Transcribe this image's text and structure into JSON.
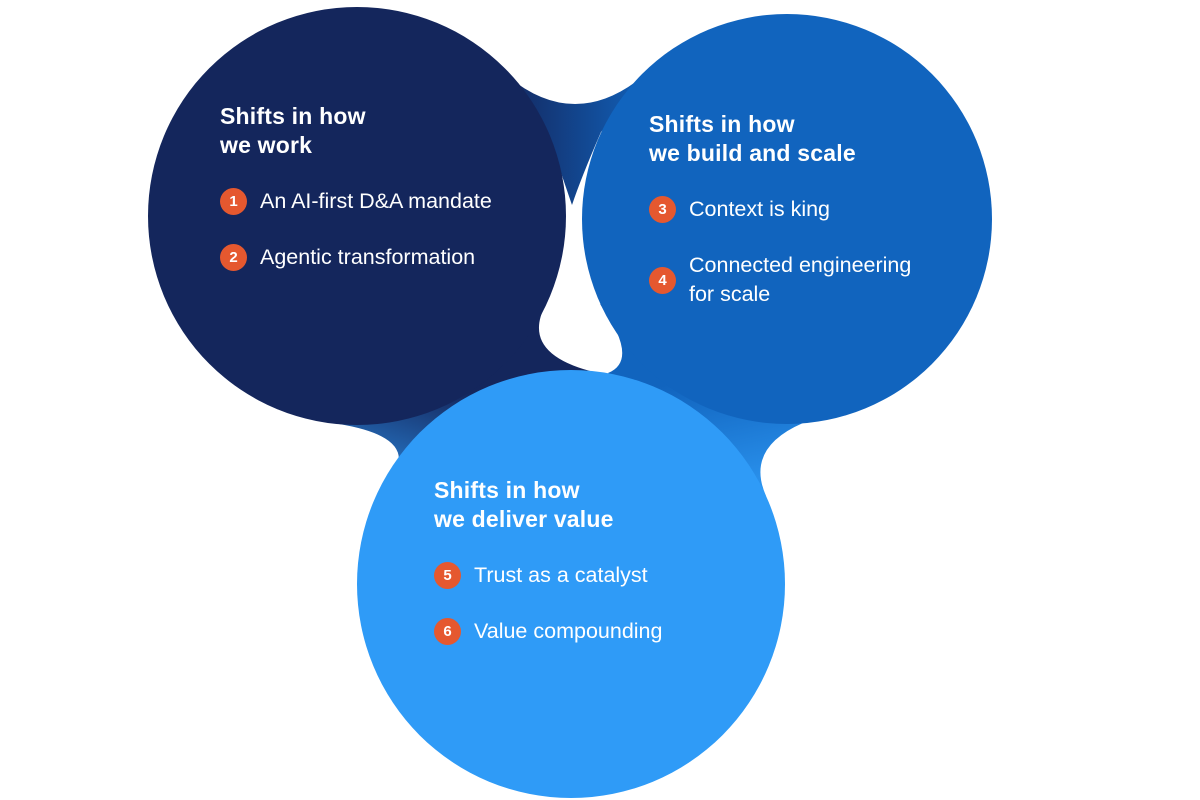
{
  "colors": {
    "navy": "#14265C",
    "blue": "#1164BE",
    "light_blue": "#2F9BF7",
    "badge": "#E5582F",
    "text": "#FFFFFF"
  },
  "circles": [
    {
      "name": "work",
      "title_line1": "Shifts in how",
      "title_line2": "we work",
      "items": [
        {
          "num": "1",
          "text": "An AI-first D&A mandate"
        },
        {
          "num": "2",
          "text": "Agentic transformation"
        }
      ]
    },
    {
      "name": "build",
      "title_line1": "Shifts in how",
      "title_line2": "we build and scale",
      "items": [
        {
          "num": "3",
          "text": "Context is king"
        },
        {
          "num": "4",
          "text": "Connected engineering for scale"
        }
      ]
    },
    {
      "name": "deliver",
      "title_line1": "Shifts in how",
      "title_line2": "we deliver value",
      "items": [
        {
          "num": "5",
          "text": "Trust as a catalyst"
        },
        {
          "num": "6",
          "text": "Value compounding"
        }
      ]
    }
  ]
}
